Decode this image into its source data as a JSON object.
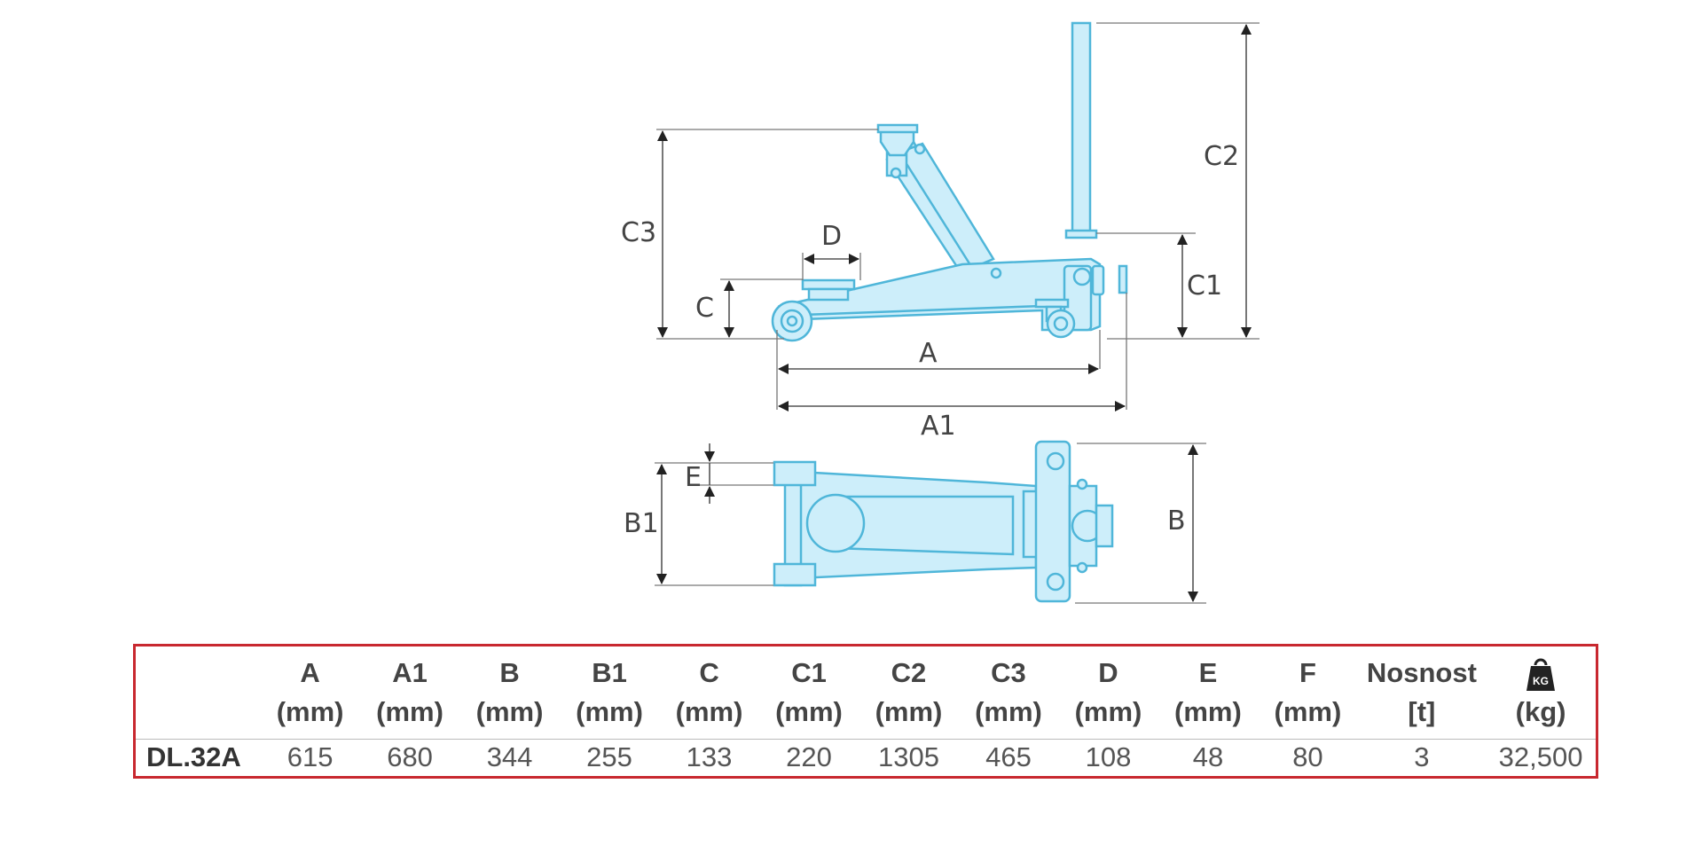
{
  "diagram": {
    "labels": {
      "A": "A",
      "A1": "A1",
      "B": "B",
      "B1": "B1",
      "C": "C",
      "C1": "C1",
      "C2": "C2",
      "C3": "C3",
      "D": "D",
      "E": "E"
    },
    "colors": {
      "body": "#cdeefa",
      "outline": "#4fb6d9",
      "dimension": "#222222"
    }
  },
  "table": {
    "border_color": "#c8282f",
    "columns": [
      {
        "label": "",
        "unit": ""
      },
      {
        "label": "A",
        "unit": "(mm)"
      },
      {
        "label": "A1",
        "unit": "(mm)"
      },
      {
        "label": "B",
        "unit": "(mm)"
      },
      {
        "label": "B1",
        "unit": "(mm)"
      },
      {
        "label": "C",
        "unit": "(mm)"
      },
      {
        "label": "C1",
        "unit": "(mm)"
      },
      {
        "label": "C2",
        "unit": "(mm)"
      },
      {
        "label": "C3",
        "unit": "(mm)"
      },
      {
        "label": "D",
        "unit": "(mm)"
      },
      {
        "label": "E",
        "unit": "(mm)"
      },
      {
        "label": "F",
        "unit": "(mm)"
      },
      {
        "label": "Nosnost",
        "unit": "[t]"
      },
      {
        "label": "",
        "unit": "(kg)",
        "icon": "weight-kg-icon",
        "icon_text": "KG"
      }
    ],
    "rows": [
      {
        "model": "DL.32A",
        "values": [
          "615",
          "680",
          "344",
          "255",
          "133",
          "220",
          "1305",
          "465",
          "108",
          "48",
          "80",
          "3",
          "32,500"
        ]
      }
    ]
  }
}
